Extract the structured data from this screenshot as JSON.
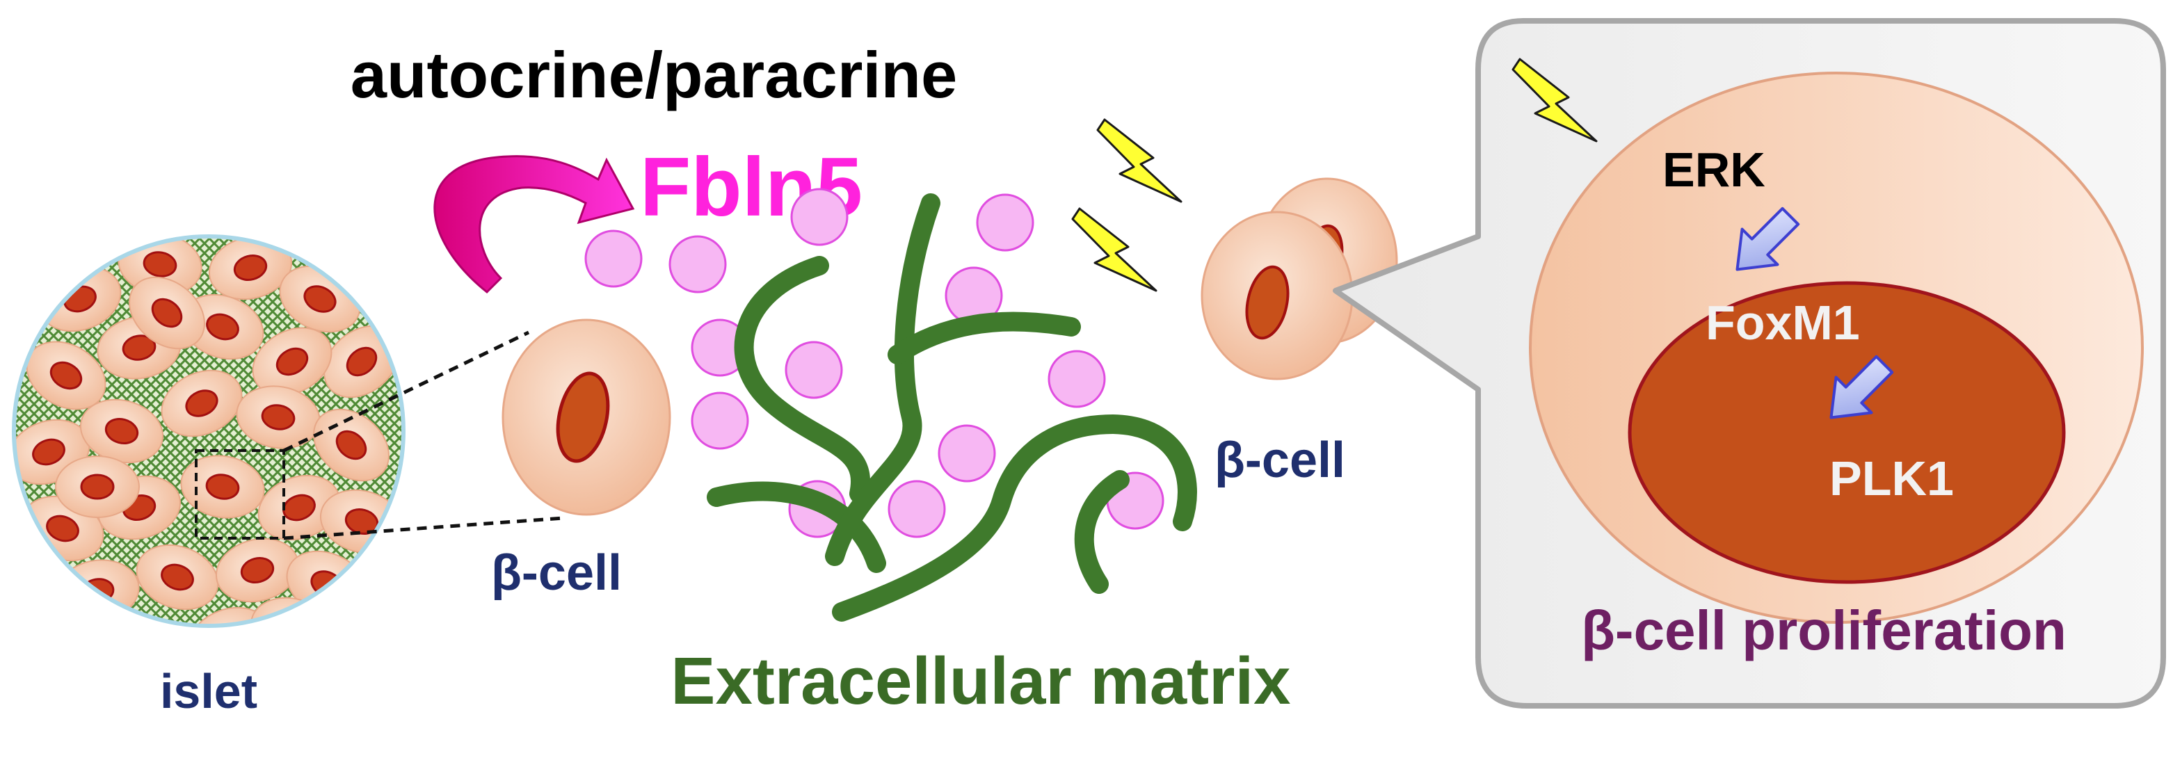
{
  "labels": {
    "title": "autocrine/paracrine",
    "fbln5": "Fbln5",
    "beta_cell_left": "β-cell",
    "beta_cell_right": "β-cell",
    "islet": "islet",
    "ecm": "Extracellular matrix",
    "erk": "ERK",
    "foxm1": "FoxM1",
    "plk1": "PLK1",
    "proliferation": "β-cell proliferation"
  },
  "colors": {
    "title": "#000000",
    "fbln5": "#ff22dd",
    "beta_cell_label": "#1f2f6e",
    "ecm_label": "#3a6b26",
    "proliferation_label": "#6e2063",
    "fiber": "#3f7a2c",
    "fbln5_dot": "#f7b7f3",
    "cell_body": "#f3c7ab",
    "nucleus": "#c8501a",
    "lightning": "#ffff33",
    "signal_arrow": "#a9b4ee"
  },
  "icons": {
    "curved_arrow": "curved-arrow-icon",
    "lightning": "lightning-bolt-icon",
    "signal_arrow": "arrow-down-right-icon"
  }
}
